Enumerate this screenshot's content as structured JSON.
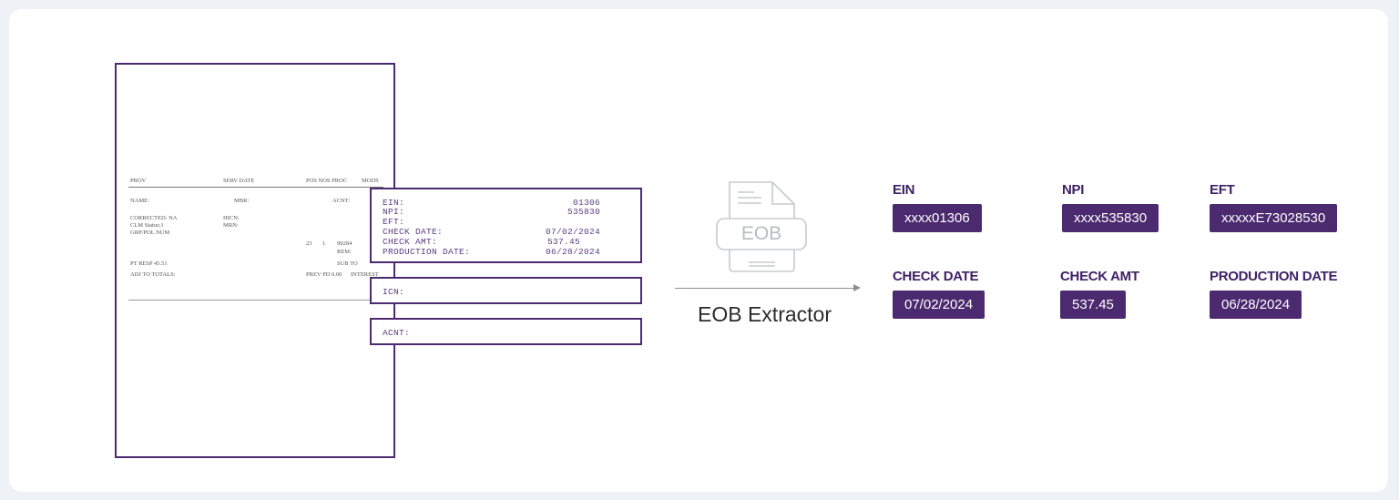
{
  "document": {
    "header": {
      "prov": "PROV",
      "serv_date": "SERV DATE",
      "pos_nos_proc": "POS NOS PROC",
      "mods": "MODS"
    },
    "name_label": "NAME:",
    "mbr_label": "MBR:",
    "acnt_label": "ACNT:",
    "corrected": "CORRECTED: NA",
    "clm_status": "CLM Status:1",
    "grp_pol": "GRP/POL NUM",
    "hicn": "HICN:",
    "mrn": "MRN:",
    "line_23": "23",
    "line_1": "1",
    "line_proc": "99284",
    "rem": "REM:",
    "pt_resp": "PT RESP 45.51",
    "sub_total": "SUB TO",
    "adj_totals": "ADJ TO TOTALS:",
    "prev_pd": "PREV PD 0.00",
    "interest": "INTEREST"
  },
  "callout_main": {
    "rows": [
      {
        "label": "EIN:",
        "value": "01306"
      },
      {
        "label": "NPI:",
        "value": "535830"
      },
      {
        "label": "EFT:",
        "value": ""
      },
      {
        "label": "CHECK DATE:",
        "value": "07/02/2024"
      },
      {
        "label": "CHECK AMT:",
        "value": "537.45"
      },
      {
        "label": "PRODUCTION DATE:",
        "value": "06/28/2024"
      }
    ]
  },
  "callout_icn": {
    "label": "ICN:"
  },
  "callout_acnt": {
    "label": "ACNT:"
  },
  "icon": {
    "name": "eob-document-icon",
    "text": "EOB"
  },
  "arrow_label": "EOB Extractor",
  "fields": {
    "ein": {
      "label": "EIN",
      "value": "xxxx01306"
    },
    "npi": {
      "label": "NPI",
      "value": "xxxx535830"
    },
    "eft": {
      "label": "EFT",
      "value": "xxxxxE73028530"
    },
    "check_date": {
      "label": "CHECK DATE",
      "value": "07/02/2024"
    },
    "check_amt": {
      "label": "CHECK AMT",
      "value": "537.45"
    },
    "production_date": {
      "label": "PRODUCTION DATE",
      "value": "06/28/2024"
    }
  },
  "colors": {
    "accent": "#4b2a6f",
    "background": "#eef2f6",
    "icon_gray": "#c7cacd"
  }
}
